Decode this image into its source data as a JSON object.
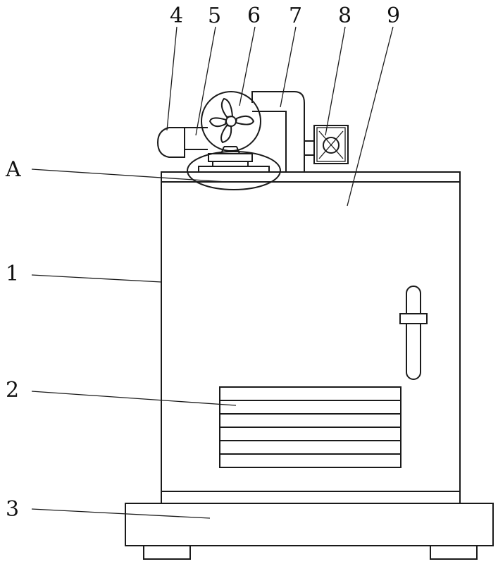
{
  "labels": {
    "l4": "4",
    "l5": "5",
    "l6": "6",
    "l7": "7",
    "l8": "8",
    "l9": "9",
    "lA": "A",
    "l1": "1",
    "l2": "2",
    "l3": "3"
  },
  "colors": {
    "line": "#1a1a1a",
    "background": "#ffffff"
  }
}
